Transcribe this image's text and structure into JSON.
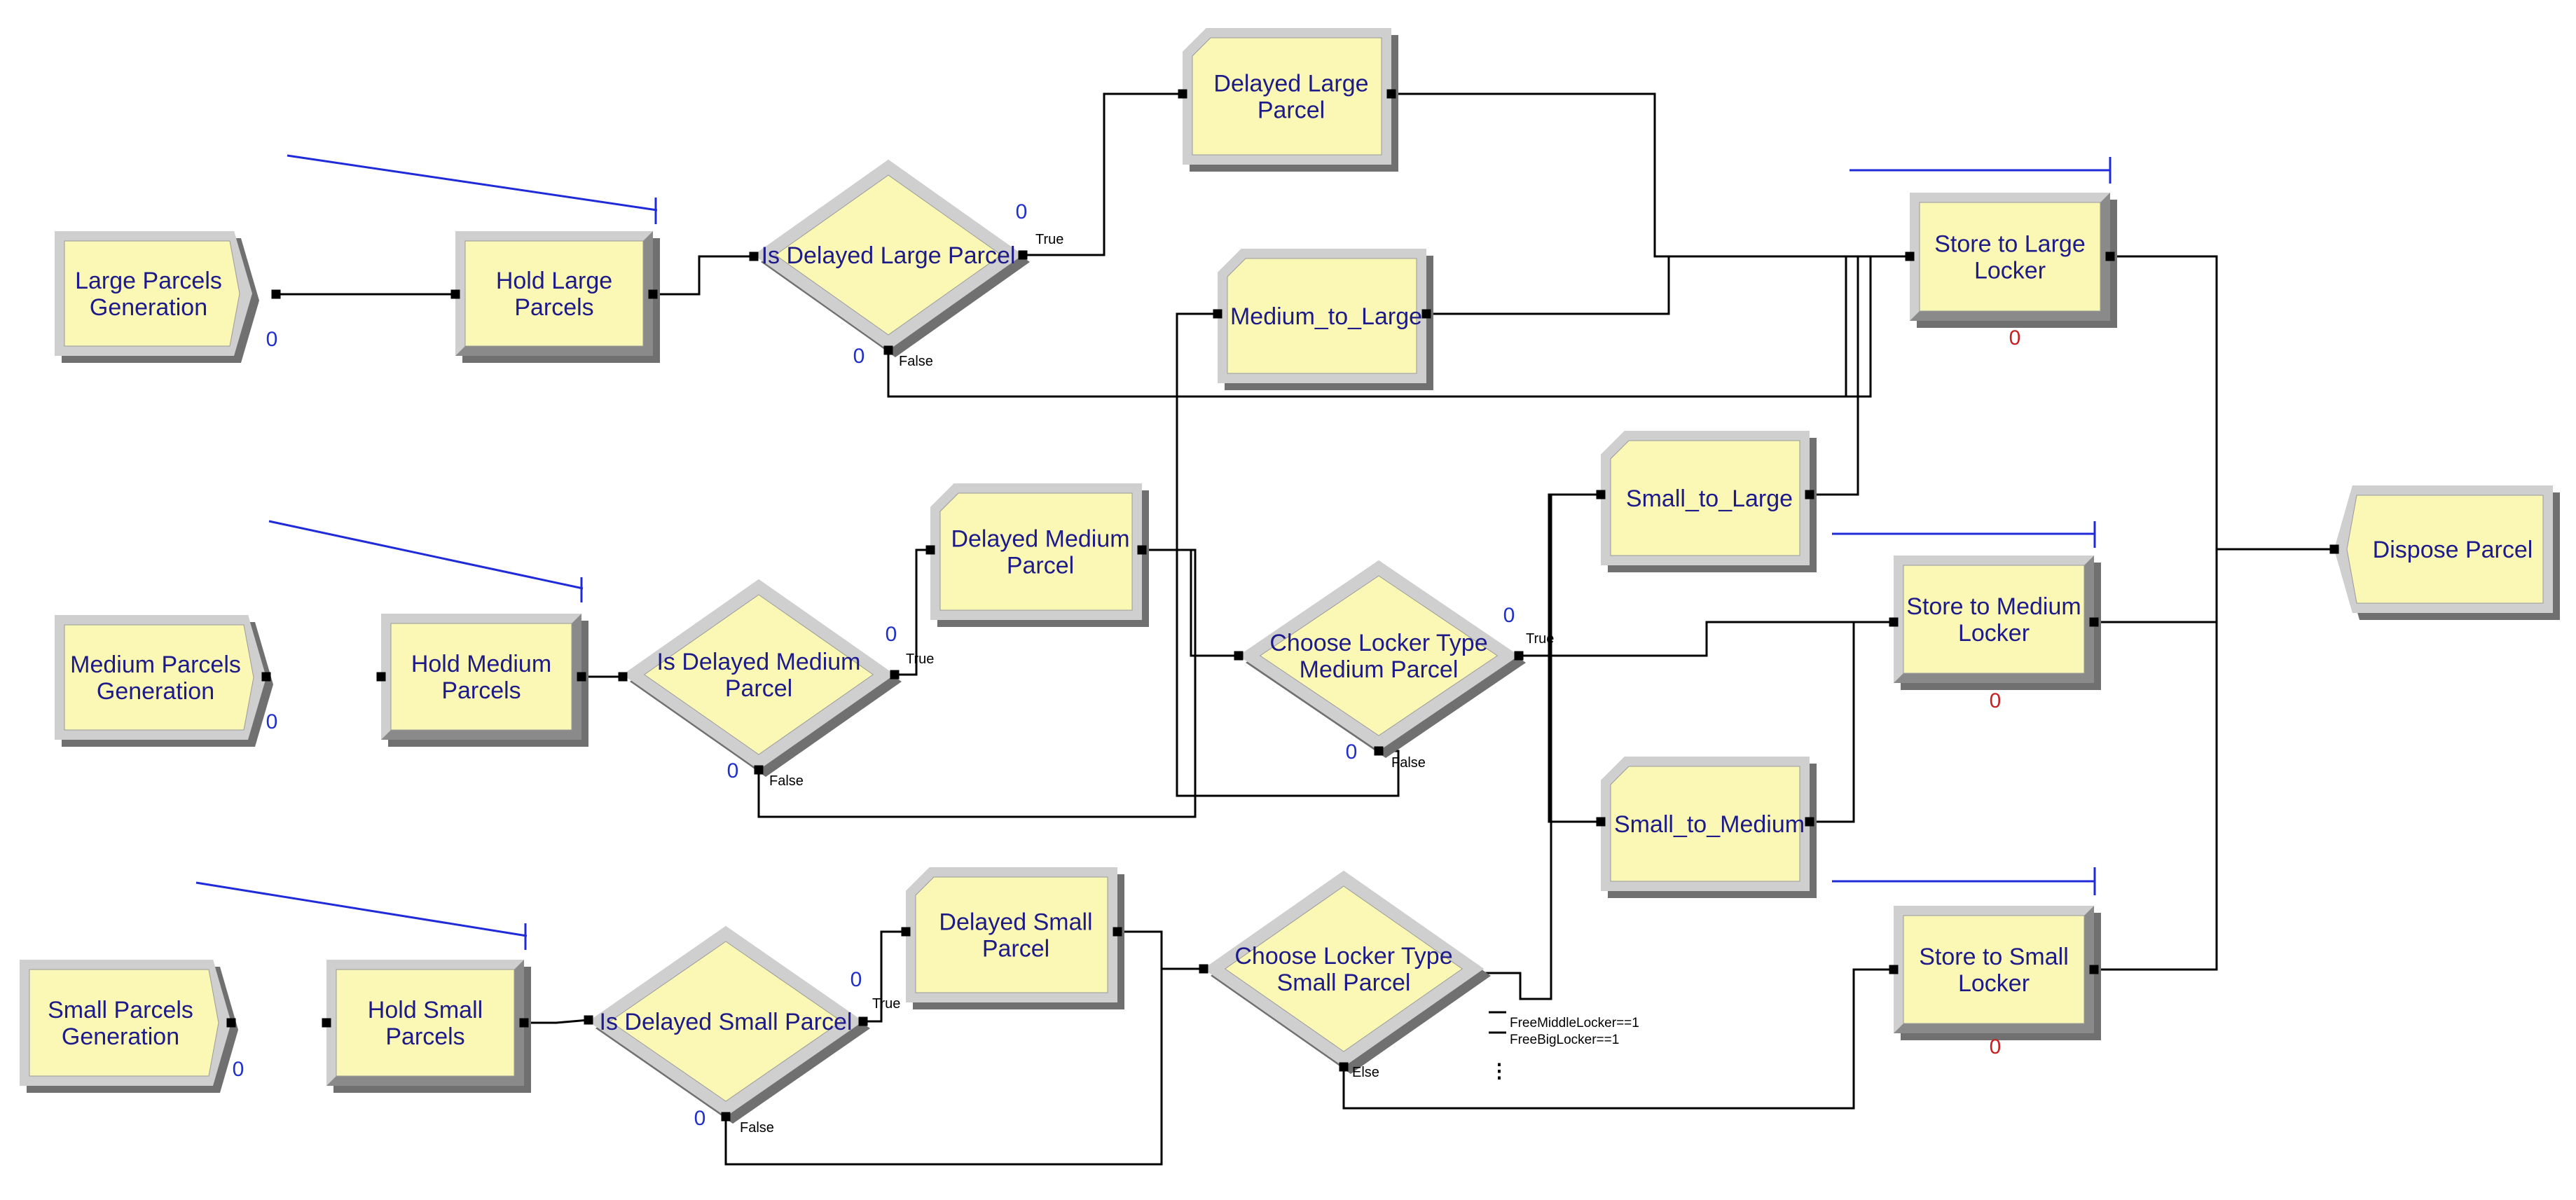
{
  "colors": {
    "fill": "#fbf8b6",
    "shadow": "#707070",
    "bevel_light": "#cfcfcf",
    "bevel_dark": "#8a8a8a",
    "text": "#1d1a8a",
    "connector": "#000000",
    "queue_line": "#1f2ad8",
    "counter_blue": "#2030c8",
    "counter_red": "#c82020"
  },
  "modules": {
    "create_large": {
      "label": "Large Parcels Generation",
      "lines": [
        "Large Parcels",
        "Generation"
      ],
      "counter": "0",
      "icon": "create-module-icon"
    },
    "hold_large": {
      "label": "Hold Large Parcels",
      "lines": [
        "Hold Large",
        "Parcels"
      ],
      "icon": "hold-module-icon"
    },
    "decide_large": {
      "label": "Is Delayed Large Parcel",
      "lines": [
        "Is Delayed Large Parcel"
      ],
      "counter_true": "0",
      "counter_false": "0",
      "icon": "decide-module-icon"
    },
    "delayed_large": {
      "label": "Delayed Large Parcel",
      "lines": [
        "Delayed Large",
        "Parcel"
      ],
      "icon": "process-module-icon"
    },
    "medium_to_large": {
      "label": "Medium_to_Large",
      "lines": [
        "Medium_to_Large"
      ],
      "icon": "process-module-icon"
    },
    "store_large": {
      "label": "Store to Large Locker",
      "lines": [
        "Store to Large",
        "Locker"
      ],
      "counter": "0",
      "icon": "seize-module-icon"
    },
    "create_medium": {
      "label": "Medium Parcels Generation",
      "lines": [
        "Medium Parcels",
        "Generation"
      ],
      "counter": "0",
      "icon": "create-module-icon"
    },
    "hold_medium": {
      "label": "Hold Medium Parcels",
      "lines": [
        "Hold Medium",
        "Parcels"
      ],
      "icon": "hold-module-icon"
    },
    "decide_medium": {
      "label": "Is Delayed Medium Parcel",
      "lines": [
        "Is Delayed Medium",
        "Parcel"
      ],
      "counter_true": "0",
      "counter_false": "0",
      "icon": "decide-module-icon"
    },
    "delayed_medium": {
      "label": "Delayed Medium Parcel",
      "lines": [
        "Delayed Medium",
        "Parcel"
      ],
      "icon": "process-module-icon"
    },
    "choose_medium": {
      "label": "Choose Locker Type Medium Parcel",
      "lines": [
        "Choose Locker Type",
        "Medium Parcel"
      ],
      "counter_true": "0",
      "counter_false": "0",
      "icon": "decide-module-icon"
    },
    "small_to_large": {
      "label": "Small_to_Large",
      "lines": [
        "Small_to_Large"
      ],
      "icon": "process-module-icon"
    },
    "store_medium": {
      "label": "Store to Medium Locker",
      "lines": [
        "Store to Medium",
        "Locker"
      ],
      "counter": "0",
      "icon": "seize-module-icon"
    },
    "small_to_medium": {
      "label": "Small_to_Medium",
      "lines": [
        "Small_to_Medium"
      ],
      "icon": "process-module-icon"
    },
    "dispose": {
      "label": "Dispose Parcel",
      "lines": [
        "Dispose Parcel"
      ],
      "icon": "dispose-module-icon"
    },
    "create_small": {
      "label": "Small Parcels Generation",
      "lines": [
        "Small Parcels",
        "Generation"
      ],
      "counter": "0",
      "icon": "create-module-icon"
    },
    "hold_small": {
      "label": "Hold Small Parcels",
      "lines": [
        "Hold Small",
        "Parcels"
      ],
      "icon": "hold-module-icon"
    },
    "decide_small": {
      "label": "Is Delayed Small Parcel",
      "lines": [
        "Is Delayed Small Parcel"
      ],
      "counter_true": "0",
      "counter_false": "0",
      "icon": "decide-module-icon"
    },
    "delayed_small": {
      "label": "Delayed Small Parcel",
      "lines": [
        "Delayed Small",
        "Parcel"
      ],
      "icon": "process-module-icon"
    },
    "choose_small": {
      "label": "Choose Locker Type Small Parcel",
      "lines": [
        "Choose Locker Type",
        "Small Parcel"
      ],
      "icon": "decide-module-icon"
    },
    "store_small": {
      "label": "Store to Small Locker",
      "lines": [
        "Store to Small",
        "Locker"
      ],
      "counter": "0",
      "icon": "seize-module-icon"
    }
  },
  "branch_labels": {
    "true": "True",
    "false": "False",
    "else": "Else",
    "cond_middle": "FreeMiddleLocker==1",
    "cond_big": "FreeBigLocker==1",
    "ellipsis": "⋮"
  }
}
